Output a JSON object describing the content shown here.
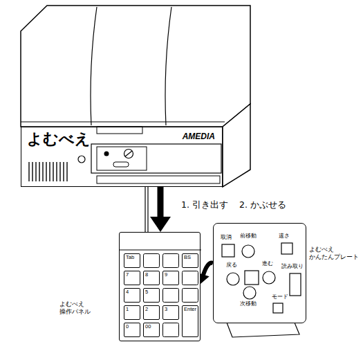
{
  "diagram": {
    "nodes": [
      {
        "text": [
          "よむべえ",
          "AMEDIA"
        ]
      },
      {
        "text": [
          "Tab",
          "BS",
          "7",
          "8",
          "9",
          "4",
          "5",
          "1",
          "2",
          "3",
          "Enter",
          "0",
          "00"
        ]
      },
      {
        "text": [
          "取消",
          "前移動",
          "速さ",
          "戻る",
          "進む",
          "次移動",
          "モード",
          "読み取り"
        ]
      }
    ],
    "edges": [
      {
        "from": 0,
        "to": 1,
        "arrow": "to"
      },
      {
        "from": 0,
        "to": 1,
        "arrow": "none"
      },
      {
        "from": 2,
        "to": 1,
        "arrow": "to"
      }
    ],
    "labels": [
      "1. 引き出す",
      "2. かぶせる",
      "よむべえ かんたんプレート",
      "よむべえ 操作パネル"
    ]
  }
}
